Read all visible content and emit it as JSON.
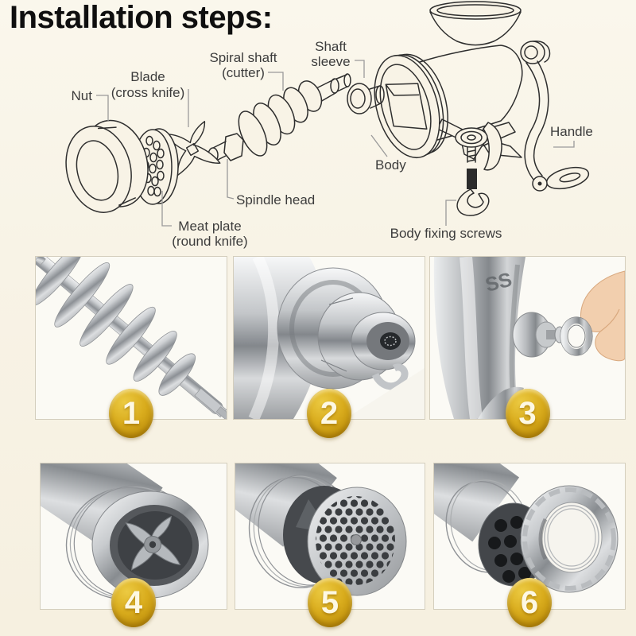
{
  "title": "Installation steps:",
  "diagram": {
    "labels": {
      "nut": "Nut",
      "blade1": "Blade",
      "blade2": "(cross knife)",
      "spiral1": "Spiral shaft",
      "spiral2": "(cutter)",
      "sleeve1": "Shaft",
      "sleeve2": "sleeve",
      "body": "Body",
      "handle": "Handle",
      "spindle": "Spindle head",
      "plate1": "Meat plate",
      "plate2": "(round knife)",
      "screws": "Body fixing screws"
    }
  },
  "steps": [
    {
      "num": "1"
    },
    {
      "num": "2"
    },
    {
      "num": "3",
      "engraving": "SS"
    },
    {
      "num": "4"
    },
    {
      "num": "5"
    },
    {
      "num": "6"
    }
  ],
  "colors": {
    "background": "#f8f3e6",
    "badge_gold": "#d2a114",
    "badge_text": "#fdf8e3",
    "line_art": "#2e2e2e"
  }
}
